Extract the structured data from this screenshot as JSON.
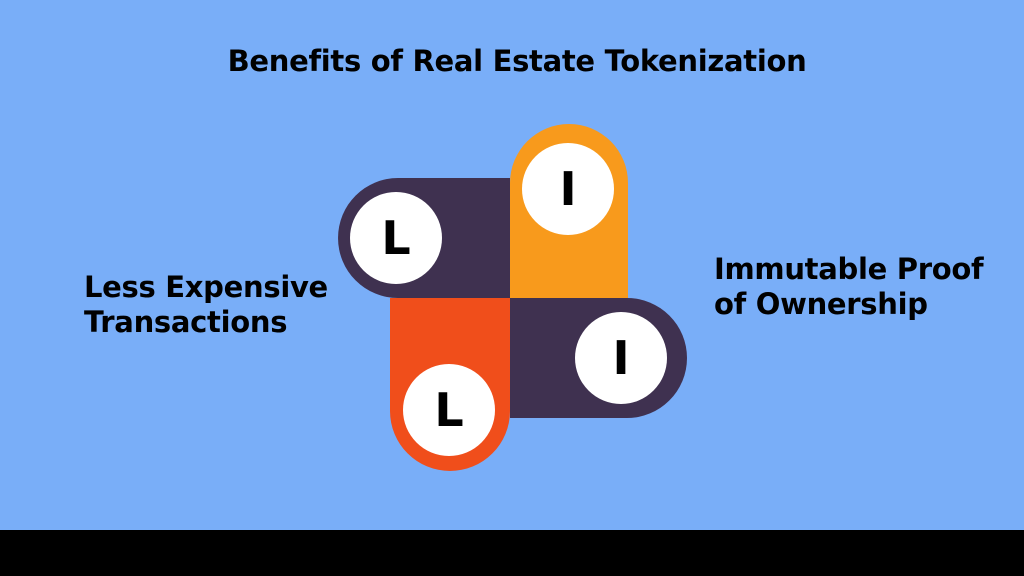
{
  "title": "Benefits of Real Estate Tokenization",
  "labels": {
    "left": [
      "Less Expensive",
      "Transactions"
    ],
    "right": [
      "Immutable Proof",
      "of Ownership"
    ]
  },
  "diagram": {
    "letters": {
      "top_left": "L",
      "top_right": "I",
      "bottom_right": "I",
      "bottom_left": "L"
    },
    "colors": {
      "background": "#79aef8",
      "dark_purple": "#3f3150",
      "orange": "#f89a1c",
      "red_orange": "#f04e1b",
      "circle": "#ffffff",
      "text": "#000000",
      "footer": "#000000"
    }
  }
}
